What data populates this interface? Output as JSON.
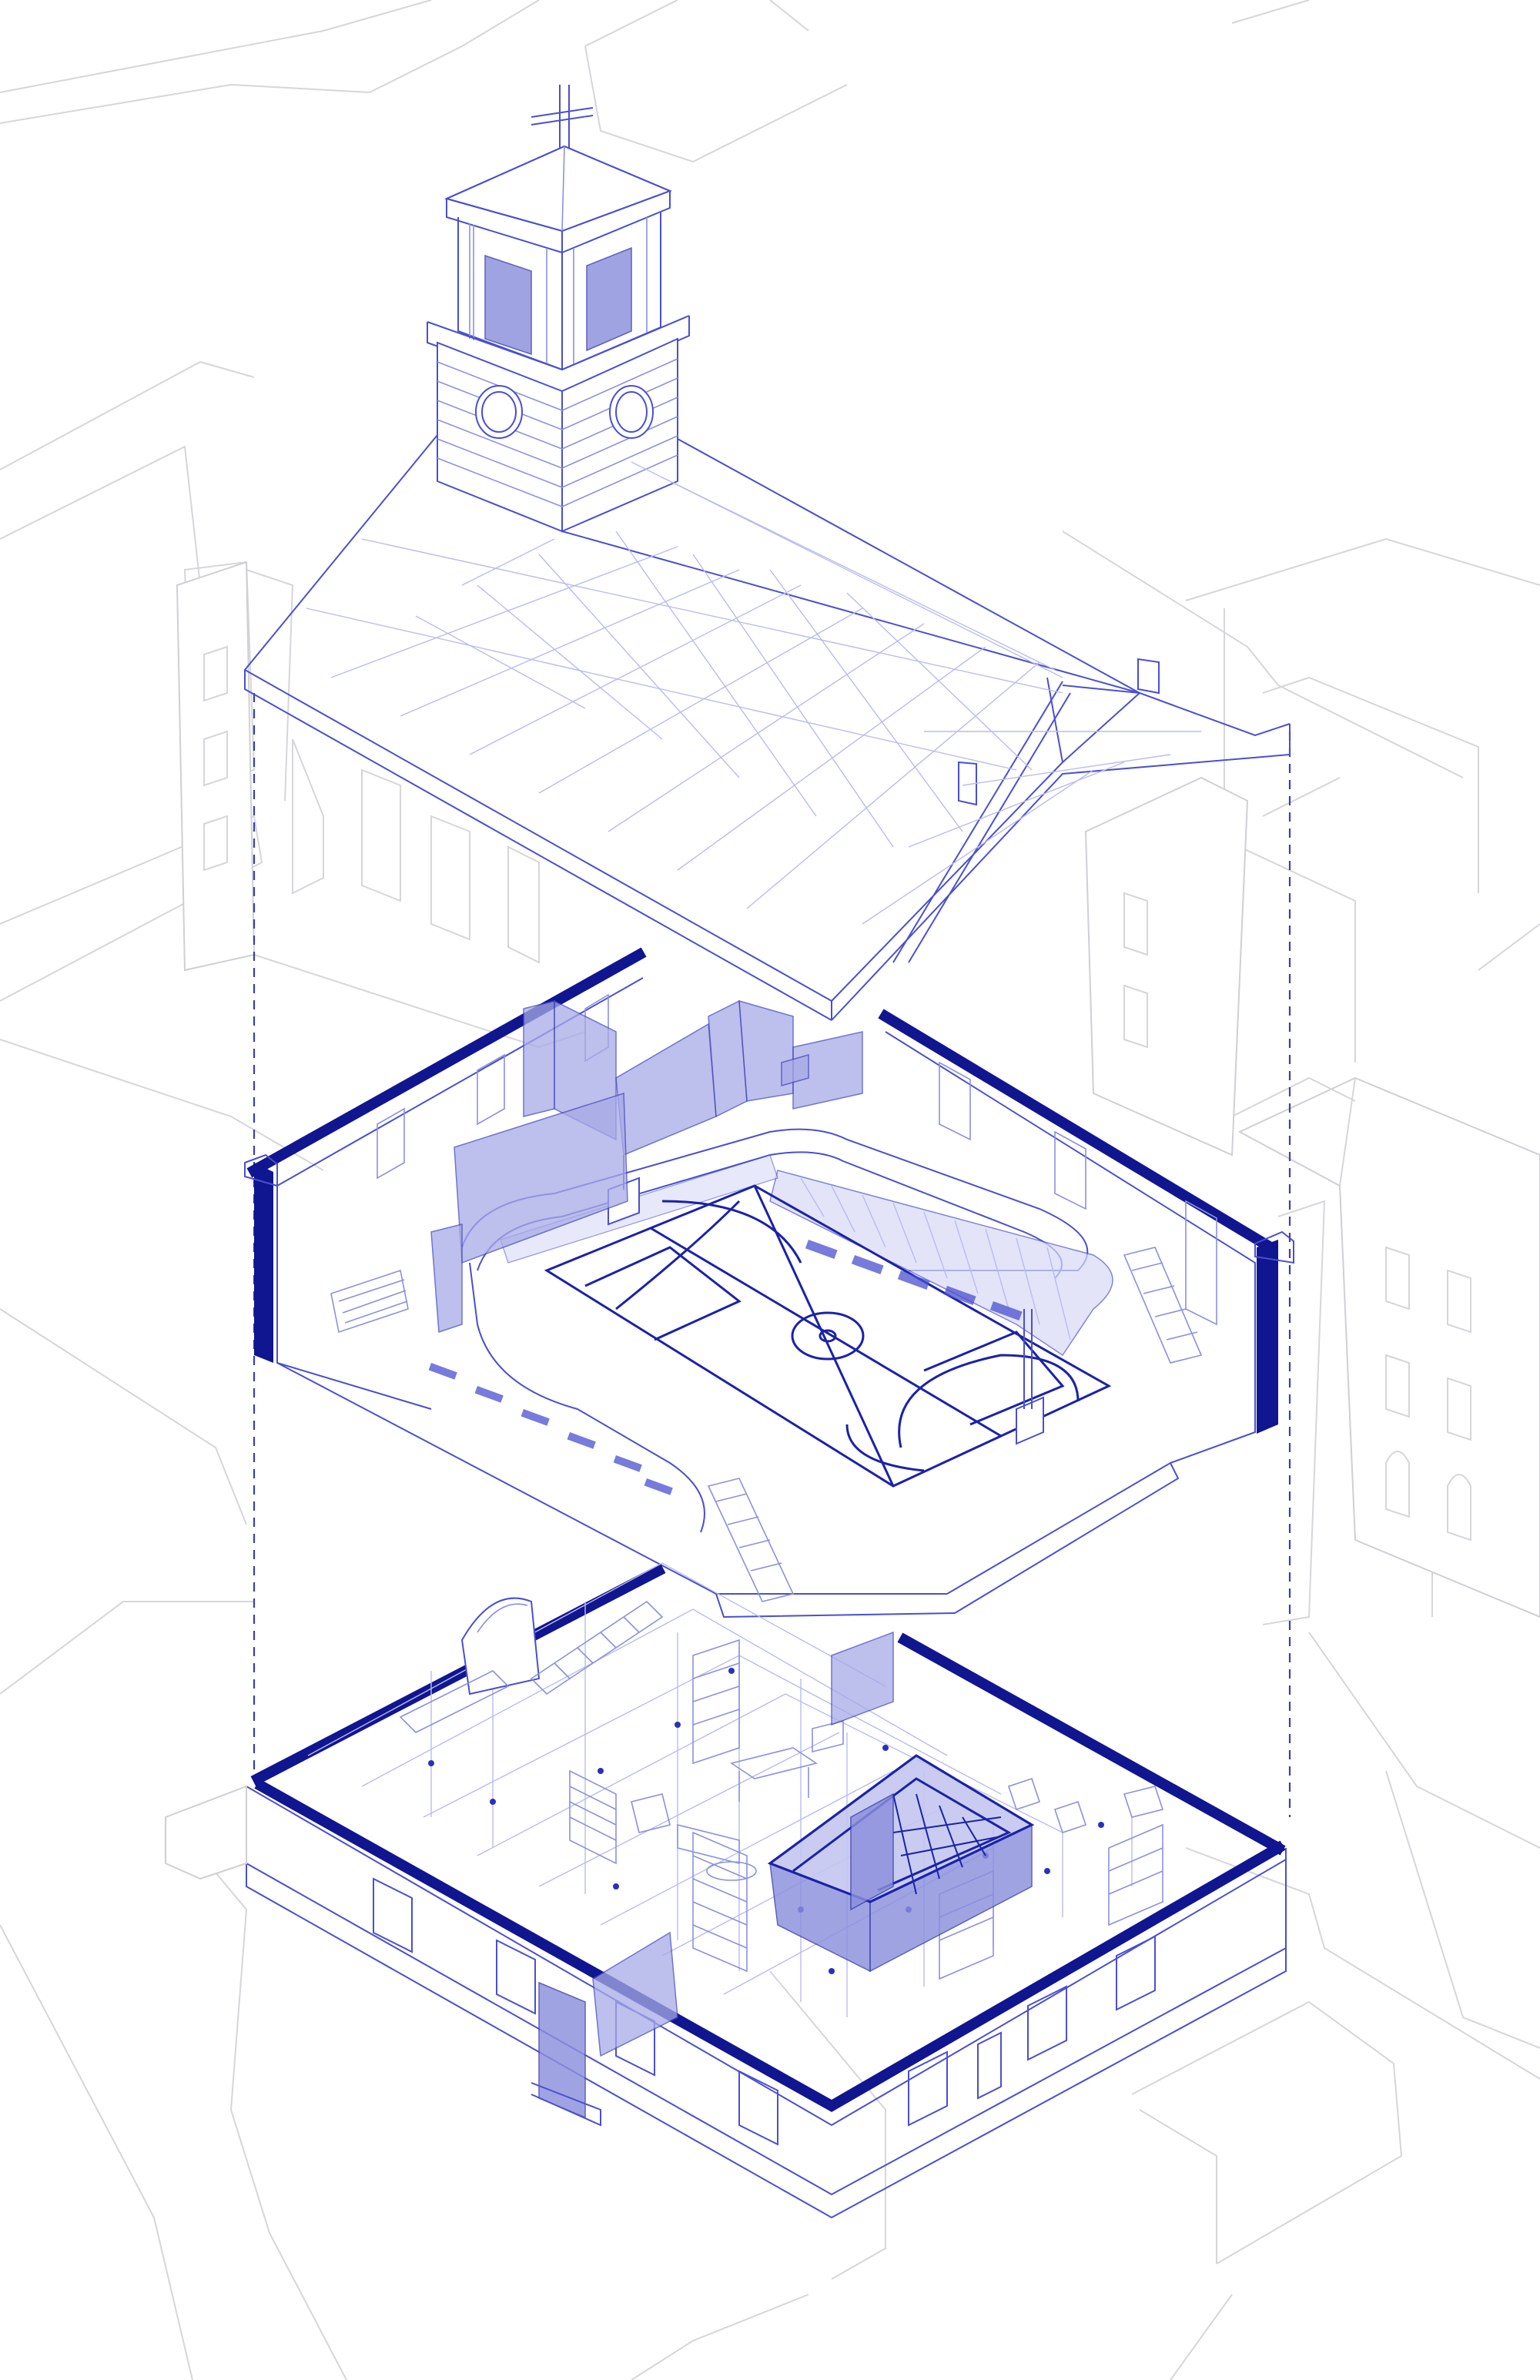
{
  "colors": {
    "background": "#ffffff",
    "context_gray": "#d6d6da",
    "line_blue": "#4a4fd0",
    "accent_navy": "#10168f",
    "fill_blue": "#8b8fdc"
  },
  "layers": [
    {
      "name": "roof-with-bell-tower",
      "icon": "cross-icon"
    },
    {
      "name": "upper-floor-sports-hall",
      "icon": "basketball-court"
    },
    {
      "name": "ground-floor-interiors",
      "icon": "floor-plan"
    }
  ]
}
